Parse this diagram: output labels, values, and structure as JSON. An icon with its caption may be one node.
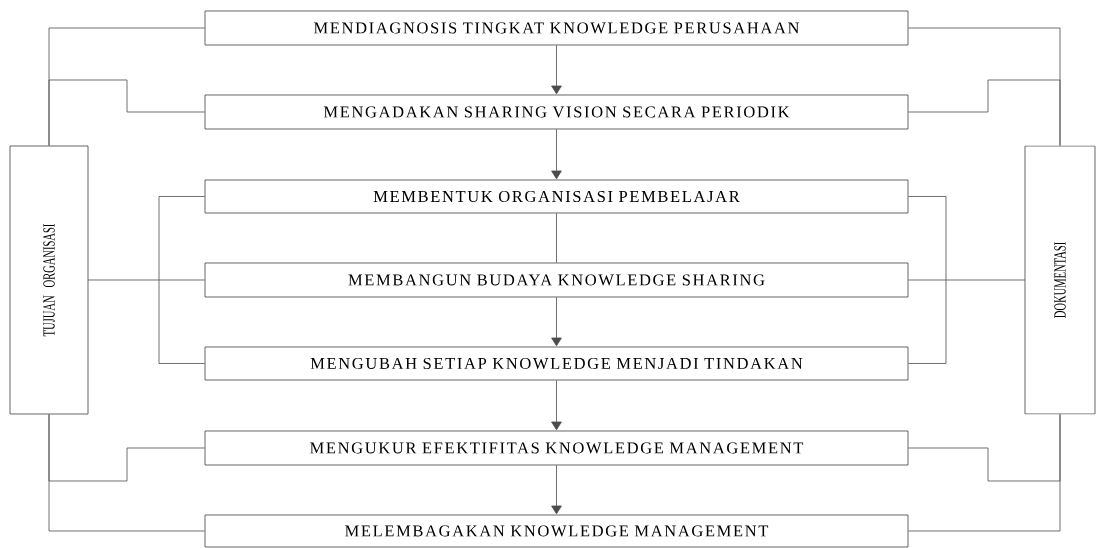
{
  "diagram": {
    "nodes": [
      {
        "text": [
          "MENDIAGNOSIS TINGKAT KNOWLEDGE PERUSAHAAN"
        ]
      },
      {
        "text": [
          "MENGADAKAN SHARING VISION SECARA PERIODIK"
        ]
      },
      {
        "text": [
          "MEMBENTUK ORGANISASI PEMBELAJAR"
        ]
      },
      {
        "text": [
          "MEMBANGUN BUDAYA KNOWLEDGE SHARING"
        ]
      },
      {
        "text": [
          "MENGUBAH SETIAP KNOWLEDGE MENJADI TINDAKAN"
        ]
      },
      {
        "text": [
          "MENGUKUR EFEKTIFITAS KNOWLEDGE MANAGEMENT"
        ]
      },
      {
        "text": [
          "MELEMBAGAKAN KNOWLEDGE MANAGEMENT"
        ]
      },
      {
        "text": [
          "TUJUAN ORGANISASI"
        ]
      },
      {
        "text": [
          "DOKUMENTASI"
        ]
      }
    ],
    "edges": [
      {
        "from": 0,
        "to": 1,
        "arrow": "to"
      },
      {
        "from": 1,
        "to": 2,
        "arrow": "to"
      },
      {
        "from": 2,
        "to": 3,
        "arrow": "none"
      },
      {
        "from": 3,
        "to": 4,
        "arrow": "to"
      },
      {
        "from": 4,
        "to": 5,
        "arrow": "to"
      },
      {
        "from": 5,
        "to": 6,
        "arrow": "to"
      },
      {
        "from": 7,
        "to": 0,
        "arrow": "none"
      },
      {
        "from": 7,
        "to": 1,
        "arrow": "none"
      },
      {
        "from": 7,
        "to": 3,
        "arrow": "none"
      },
      {
        "from": 7,
        "to": 5,
        "arrow": "none"
      },
      {
        "from": 7,
        "to": 6,
        "arrow": "none"
      },
      {
        "from": 8,
        "to": 0,
        "arrow": "none"
      },
      {
        "from": 8,
        "to": 1,
        "arrow": "none"
      },
      {
        "from": 8,
        "to": 3,
        "arrow": "none"
      },
      {
        "from": 8,
        "to": 5,
        "arrow": "none"
      },
      {
        "from": 8,
        "to": 6,
        "arrow": "none"
      },
      {
        "from": 2,
        "to": 4,
        "arrow": "none"
      },
      {
        "from": 2,
        "to": 4,
        "arrow": "none"
      }
    ]
  }
}
